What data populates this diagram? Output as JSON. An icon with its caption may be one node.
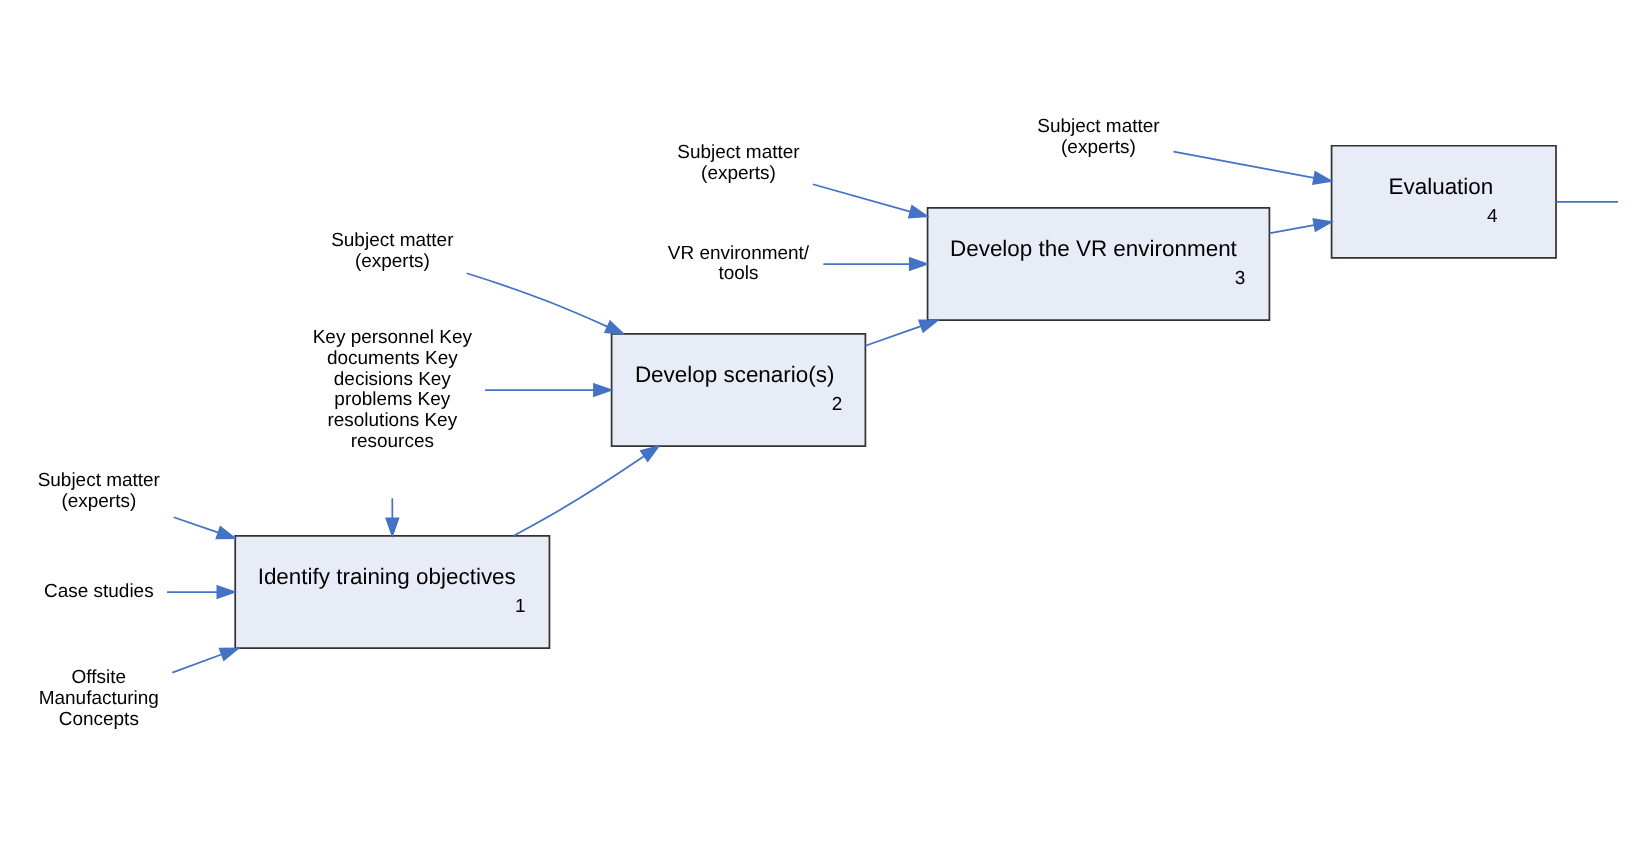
{
  "diagram": {
    "nodes": [
      {
        "text": [
          "Identify training objectives",
          "1"
        ]
      },
      {
        "text": [
          "Develop scenario(s)",
          "2"
        ]
      },
      {
        "text": [
          "Develop the VR environment",
          "3"
        ]
      },
      {
        "text": [
          "Evaluation",
          "4"
        ]
      },
      {
        "text": [
          "Subject matter (experts)"
        ]
      },
      {
        "text": [
          "Case studies"
        ]
      },
      {
        "text": [
          "Offsite Manufacturing Concepts"
        ]
      },
      {
        "text": [
          "Subject matter (experts)"
        ]
      },
      {
        "text": [
          "Key personnel Key documents Key decisions Key problems Key resolutions Key resources"
        ]
      },
      {
        "text": [
          "Subject matter (experts)"
        ]
      },
      {
        "text": [
          "VR environment/ tools"
        ]
      },
      {
        "text": [
          "Subject matter (experts)"
        ]
      }
    ],
    "edges": [
      {
        "from": 4,
        "to": 0,
        "arrow": "to"
      },
      {
        "from": 5,
        "to": 0,
        "arrow": "to"
      },
      {
        "from": 6,
        "to": 0,
        "arrow": "to"
      },
      {
        "from": 0,
        "to": 1,
        "arrow": "to"
      },
      {
        "from": 7,
        "to": 1,
        "arrow": "to"
      },
      {
        "from": 8,
        "to": 1,
        "arrow": "to"
      },
      {
        "from": 1,
        "to": 2,
        "arrow": "to"
      },
      {
        "from": 9,
        "to": 2,
        "arrow": "to"
      },
      {
        "from": 10,
        "to": 2,
        "arrow": "to"
      },
      {
        "from": 2,
        "to": 3,
        "arrow": "to"
      },
      {
        "from": 11,
        "to": 3,
        "arrow": "to"
      },
      {
        "from": null,
        "to": 0,
        "arrow": "to"
      },
      {
        "from": 3,
        "to": null,
        "arrow": "none"
      }
    ]
  }
}
